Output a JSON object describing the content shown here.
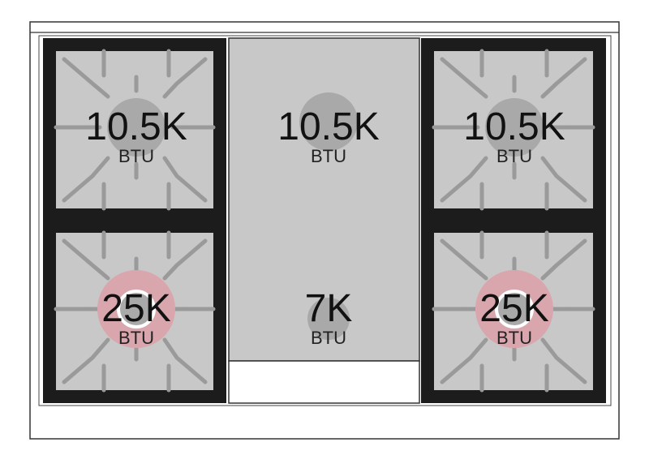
{
  "cooktop": {
    "colors": {
      "grate": "#1c1c1c",
      "surface": "#c8c8c8",
      "spokes": "#9a9a9a",
      "cap": "#a9a9a9",
      "high_power": "#d9a6ad",
      "outline": "#333333"
    },
    "burners": [
      {
        "position": "back-left",
        "value": "10.5K",
        "unit": "BTU",
        "kind": "standard"
      },
      {
        "position": "back-center",
        "value": "10.5K",
        "unit": "BTU",
        "kind": "standard"
      },
      {
        "position": "back-right",
        "value": "10.5K",
        "unit": "BTU",
        "kind": "standard"
      },
      {
        "position": "front-left",
        "value": "25K",
        "unit": "BTU",
        "kind": "high-power"
      },
      {
        "position": "front-center",
        "value": "7K",
        "unit": "BTU",
        "kind": "standard"
      },
      {
        "position": "front-right",
        "value": "25K",
        "unit": "BTU",
        "kind": "high-power"
      }
    ]
  }
}
